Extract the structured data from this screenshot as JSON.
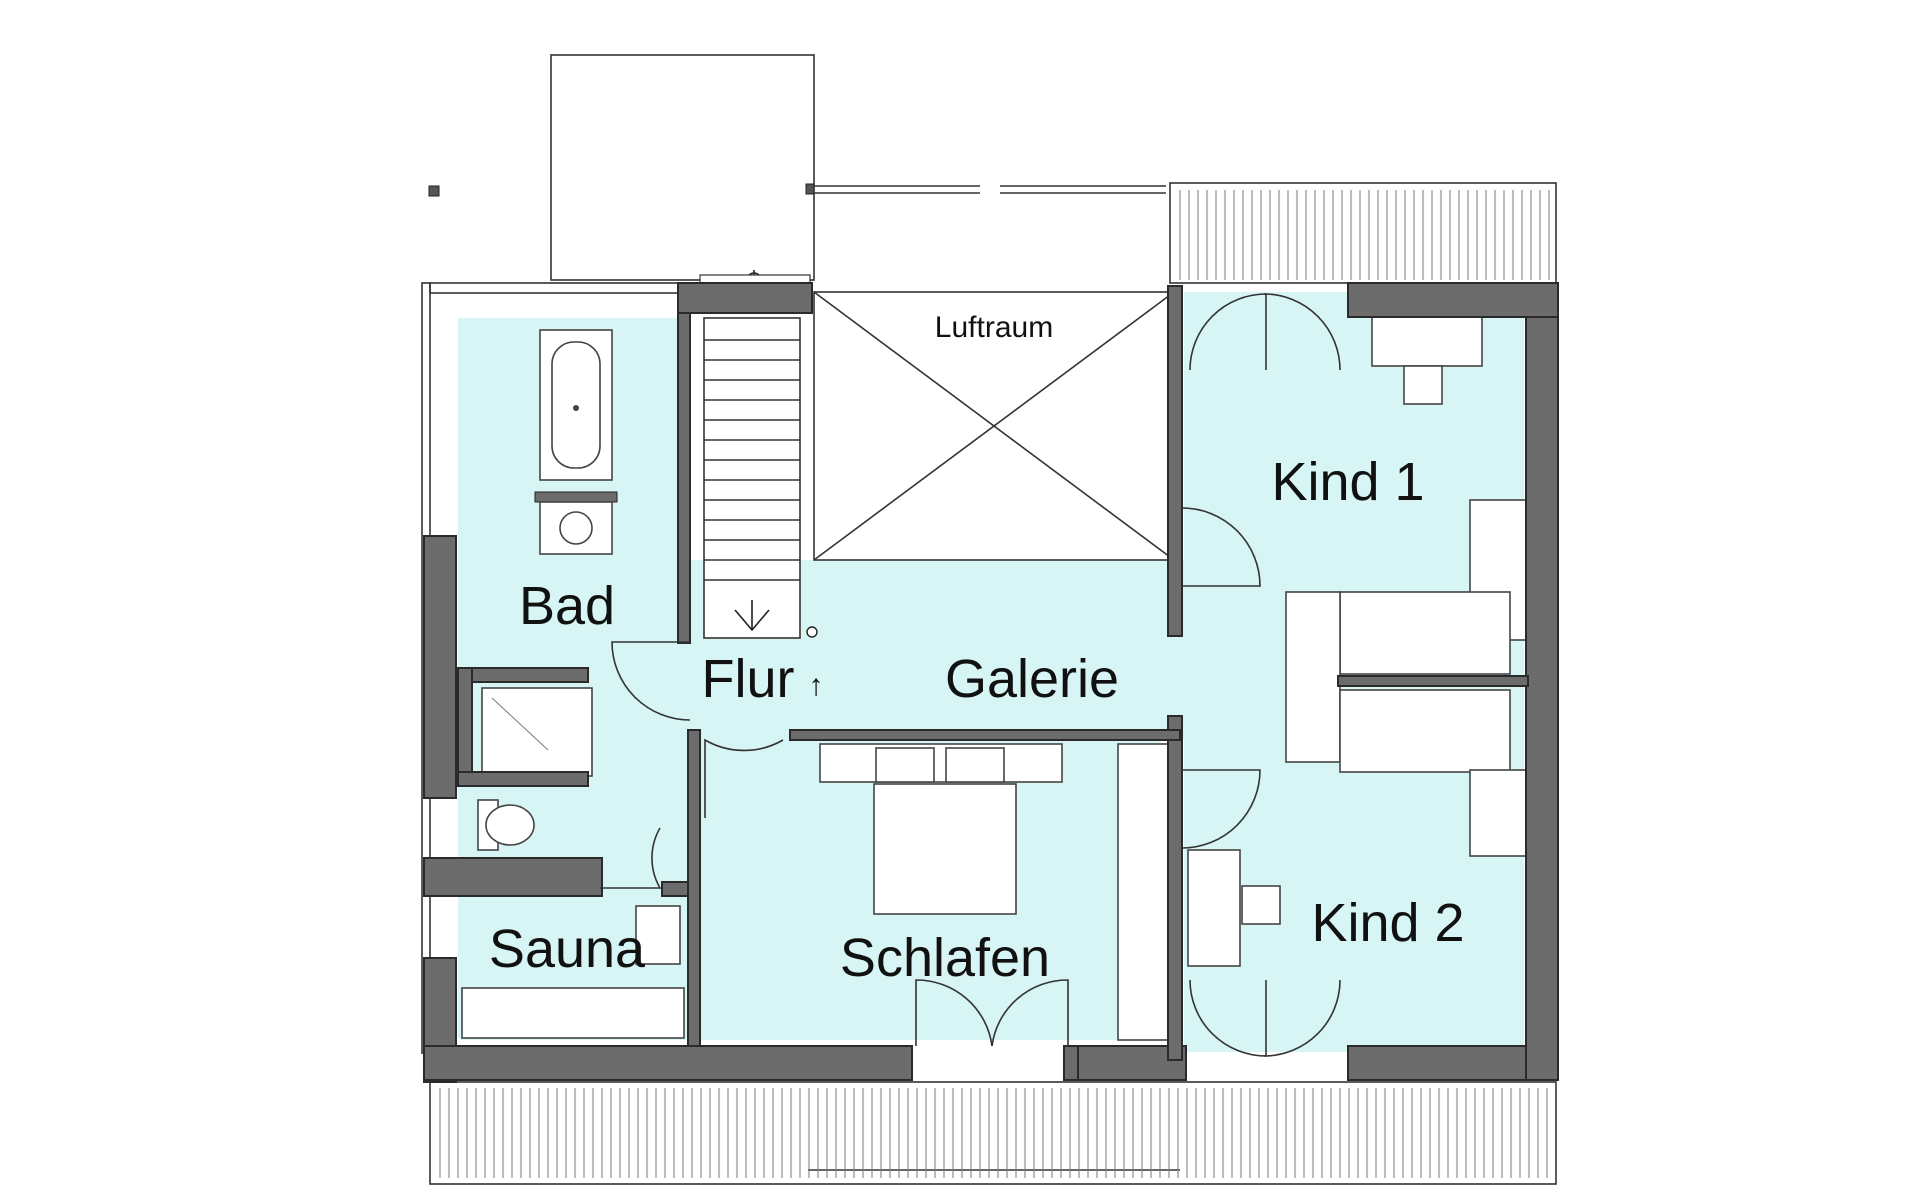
{
  "floorplan": {
    "colors": {
      "room_fill": "#d6f5f4",
      "wall": "#6c6c6c",
      "line": "#333333",
      "background": "#ffffff"
    },
    "rooms": {
      "luftraum": "Luftraum",
      "bad": "Bad",
      "flur": "Flur",
      "galerie": "Galerie",
      "kind1": "Kind 1",
      "kind2": "Kind 2",
      "sauna": "Sauna",
      "schlafen": "Schlafen"
    },
    "symbols": {
      "stair_direction": "↑"
    }
  }
}
